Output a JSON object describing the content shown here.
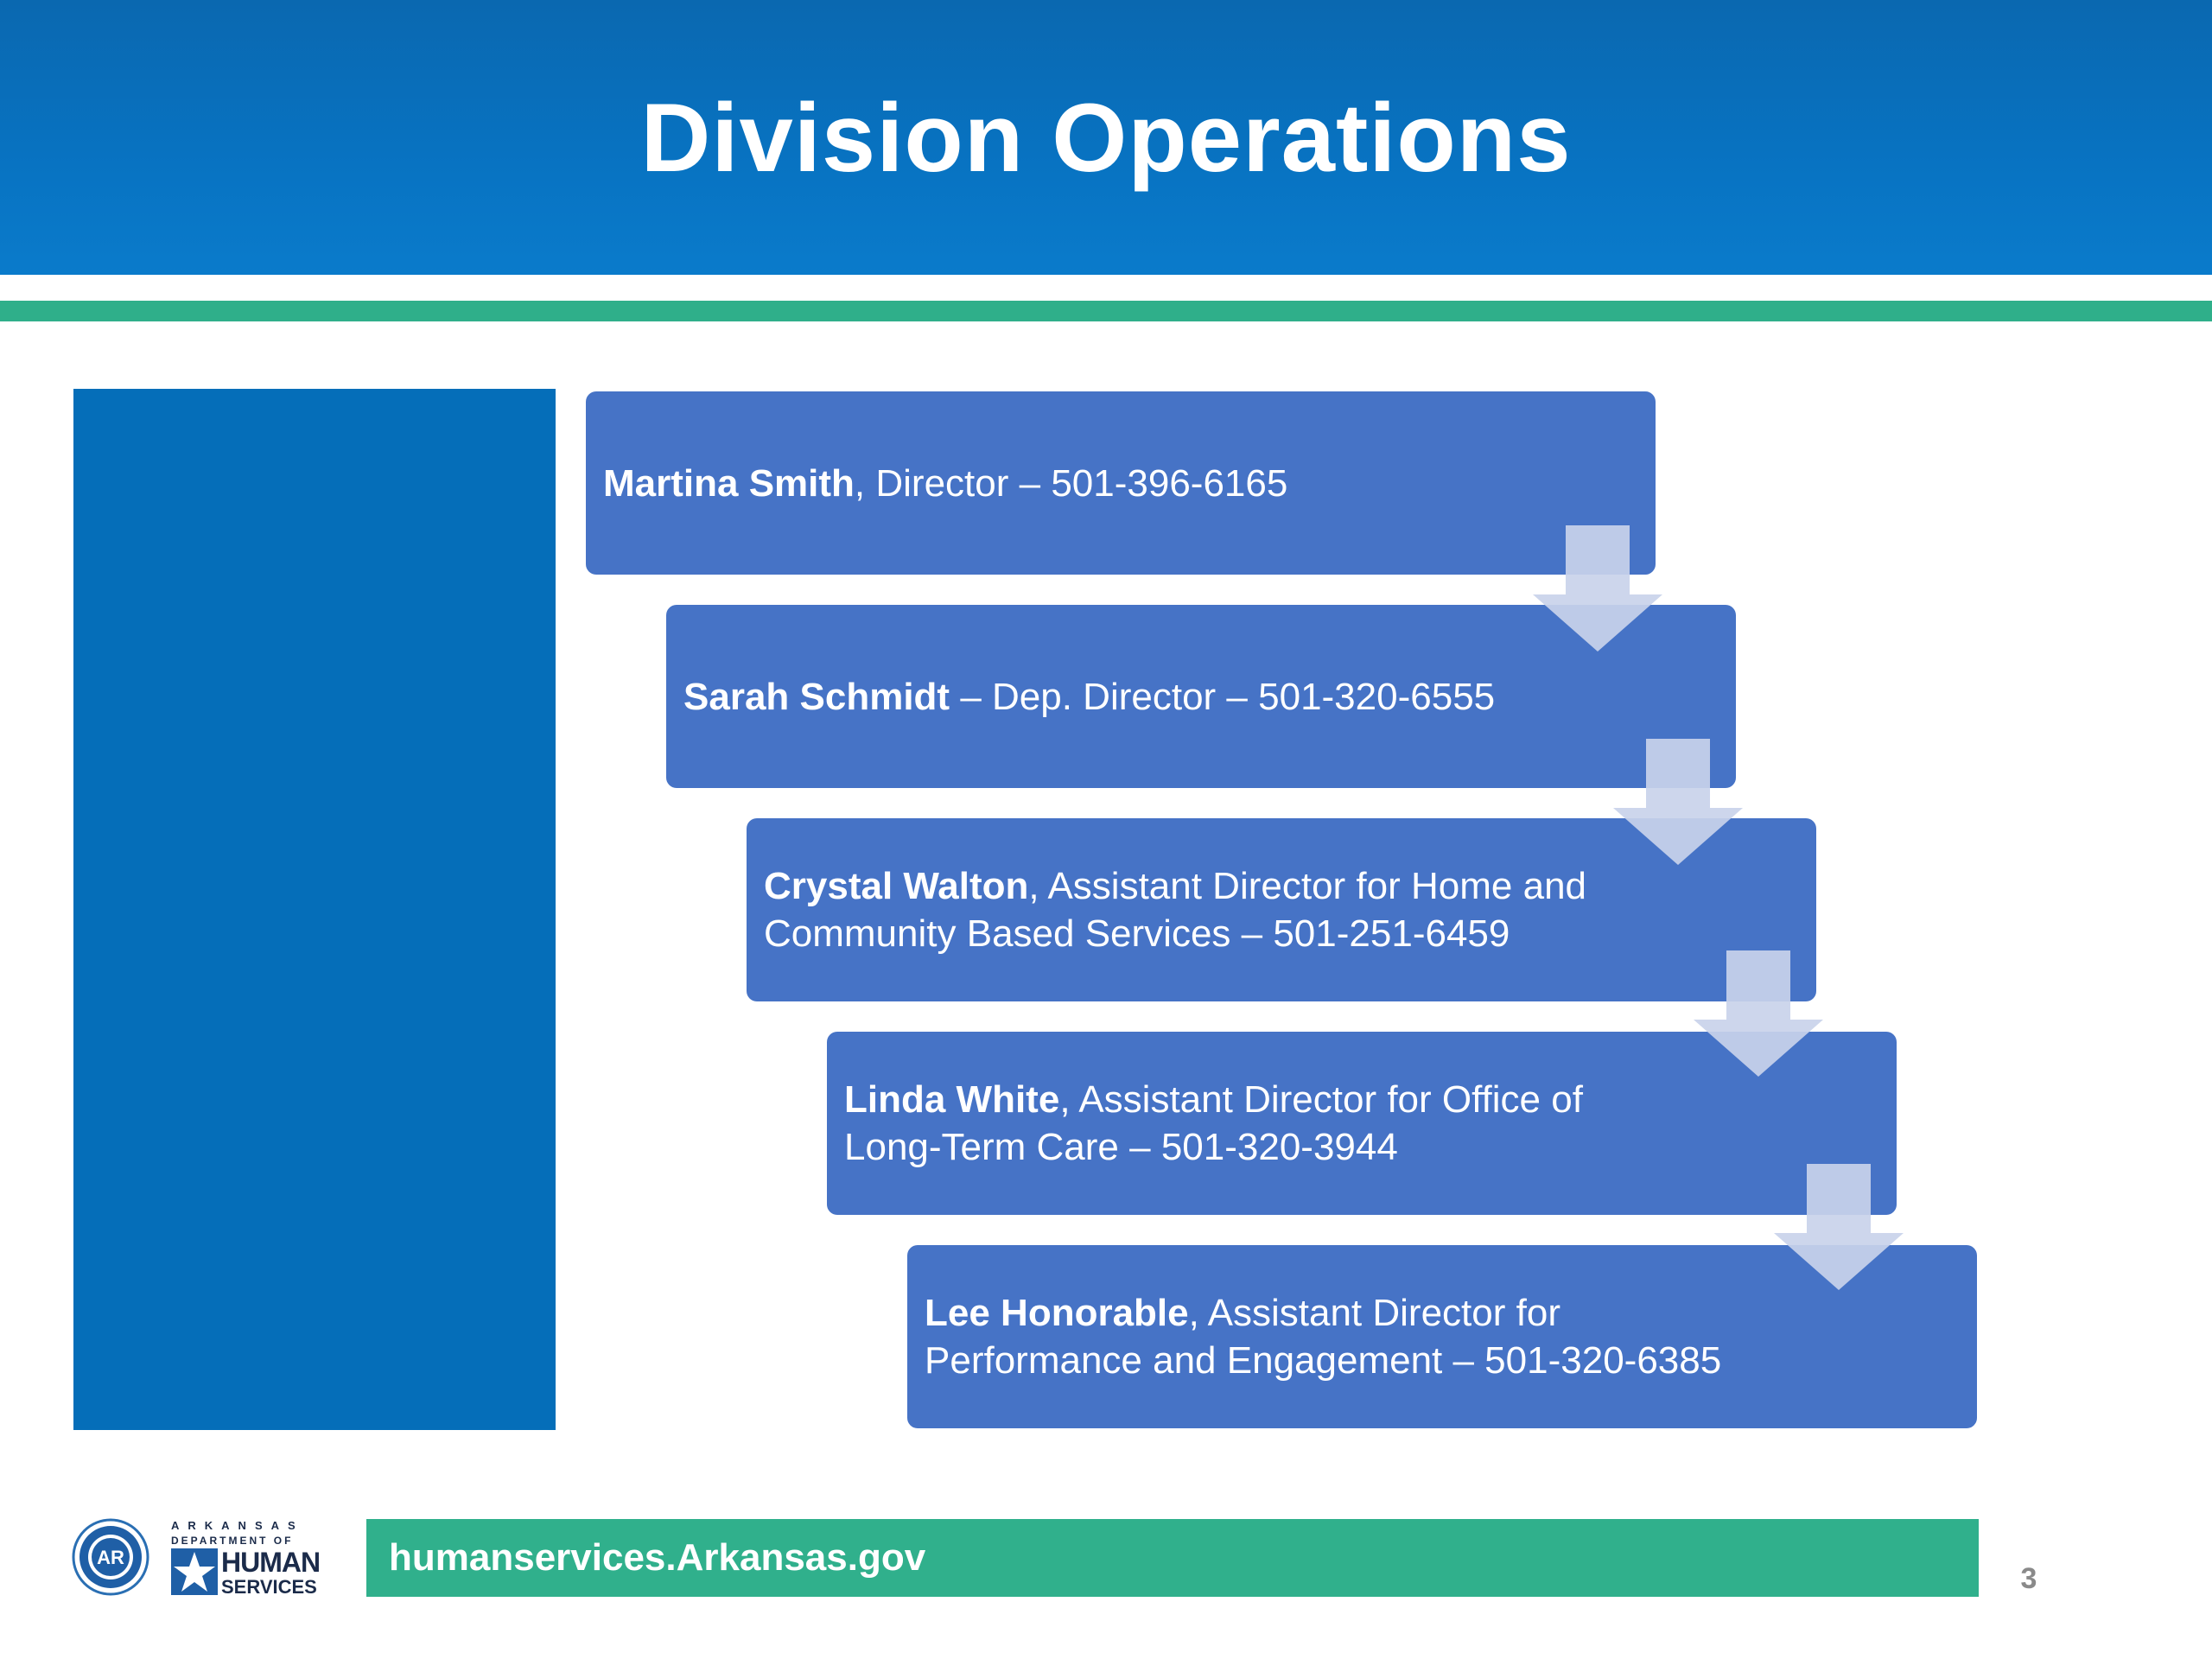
{
  "slide": {
    "title": "Division Operations",
    "page_number": "3"
  },
  "steps": [
    {
      "name": "Martina Smith",
      "rest": ", Director – 501-396-6165"
    },
    {
      "name": "Sarah Schmidt",
      "rest": " – Dep. Director – 501-320-6555"
    },
    {
      "name": "Crystal Walton",
      "rest": ", Assistant Director for Home and Community Based Services – 501-251-6459"
    },
    {
      "name": "Linda White",
      "rest": ", Assistant Director for Office of Long-Term Care – 501-320-3944"
    },
    {
      "name": "Lee Honorable",
      "rest": ", Assistant Director for Performance and Engagement – 501-320-6385"
    }
  ],
  "footer": {
    "url": "humanservices.Arkansas.gov",
    "logo_line1": "ARKANSAS",
    "logo_line2": "DEPARTMENT OF",
    "logo_line3": "HUMAN",
    "logo_line4": "SERVICES",
    "seal_text": "AR"
  },
  "colors": {
    "header_blue": "#0873c2",
    "step_blue": "#4673c6",
    "accent_green": "#2faf8a",
    "panel_blue": "#056eb9",
    "arrow_fill": "#c9d2ea"
  },
  "icons": [
    "down-arrow-icon",
    "arkansas-seal-icon",
    "dhs-star-icon"
  ]
}
